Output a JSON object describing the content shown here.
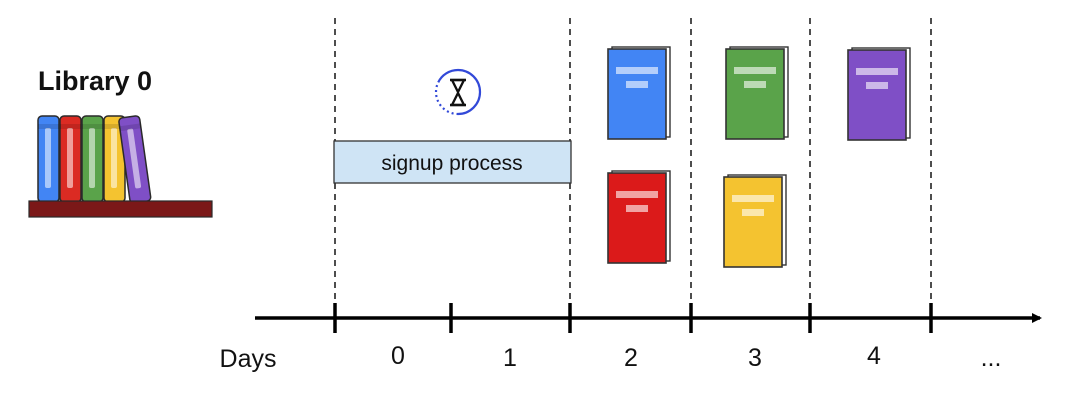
{
  "library": {
    "title": "Library 0",
    "shelf_book_colors": [
      "#4285f4",
      "#db2b23",
      "#5aa34a",
      "#f4c330",
      "#7f4fc6"
    ],
    "shelf_color": "#7b1818"
  },
  "timeline": {
    "axis_label": "Days",
    "ticks": [
      "0",
      "1",
      "2",
      "3",
      "4",
      "..."
    ]
  },
  "signup": {
    "label": "signup process",
    "fill": "#cfe4f5",
    "icon": "hourglass-icon"
  },
  "books": {
    "day2": [
      "#4285f4",
      "#db1a1a"
    ],
    "day3": [
      "#5aa34a",
      "#f4c330"
    ],
    "day4": [
      "#7f4fc6"
    ]
  }
}
